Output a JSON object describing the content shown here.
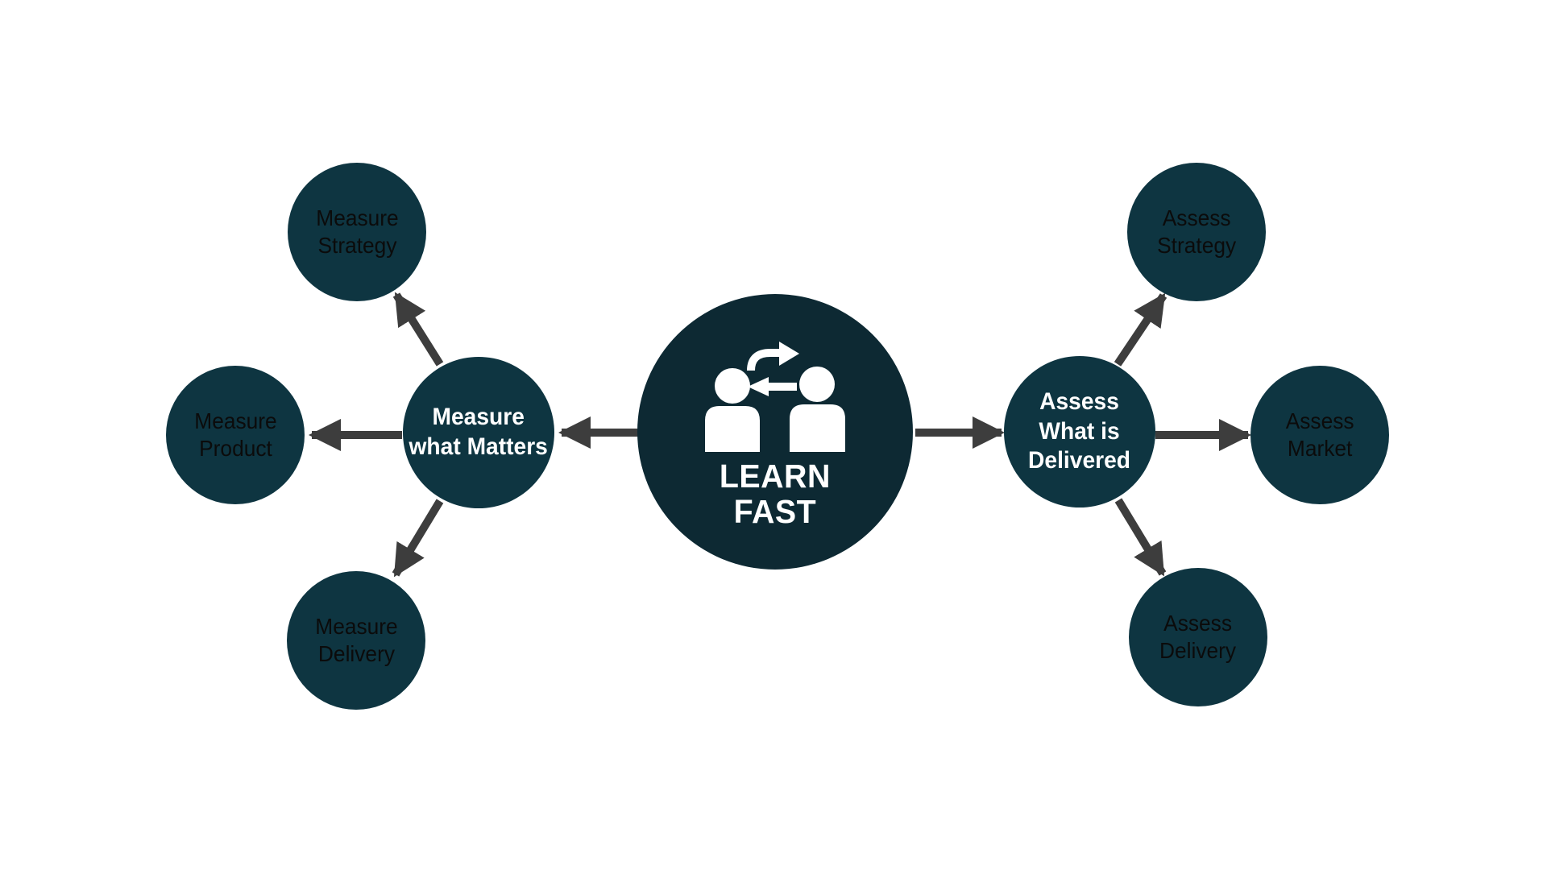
{
  "colors": {
    "background": "#ffffff",
    "center_circle": "#0d2933",
    "satellite_circle": "#0e3541",
    "arrow": "#3d3d3d",
    "text_light": "#ffffff",
    "text_dark": "#0b0b0b"
  },
  "center": {
    "icon": "people-exchange-icon",
    "line1": "LEARN",
    "line2": "FAST"
  },
  "hubs": {
    "left": {
      "line1": "Measure",
      "line2": "what Matters"
    },
    "right": {
      "line1": "Assess",
      "line2": "What is",
      "line3": "Delivered"
    }
  },
  "satellites": [
    {
      "id": "measure-strategy",
      "line1": "Measure",
      "line2": "Strategy"
    },
    {
      "id": "measure-product",
      "line1": "Measure",
      "line2": "Product"
    },
    {
      "id": "measure-delivery",
      "line1": "Measure",
      "line2": "Delivery"
    },
    {
      "id": "assess-strategy",
      "line1": "Assess",
      "line2": "Strategy"
    },
    {
      "id": "assess-market",
      "line1": "Assess",
      "line2": "Market"
    },
    {
      "id": "assess-delivery",
      "line1": "Assess",
      "line2": "Delivery"
    }
  ]
}
